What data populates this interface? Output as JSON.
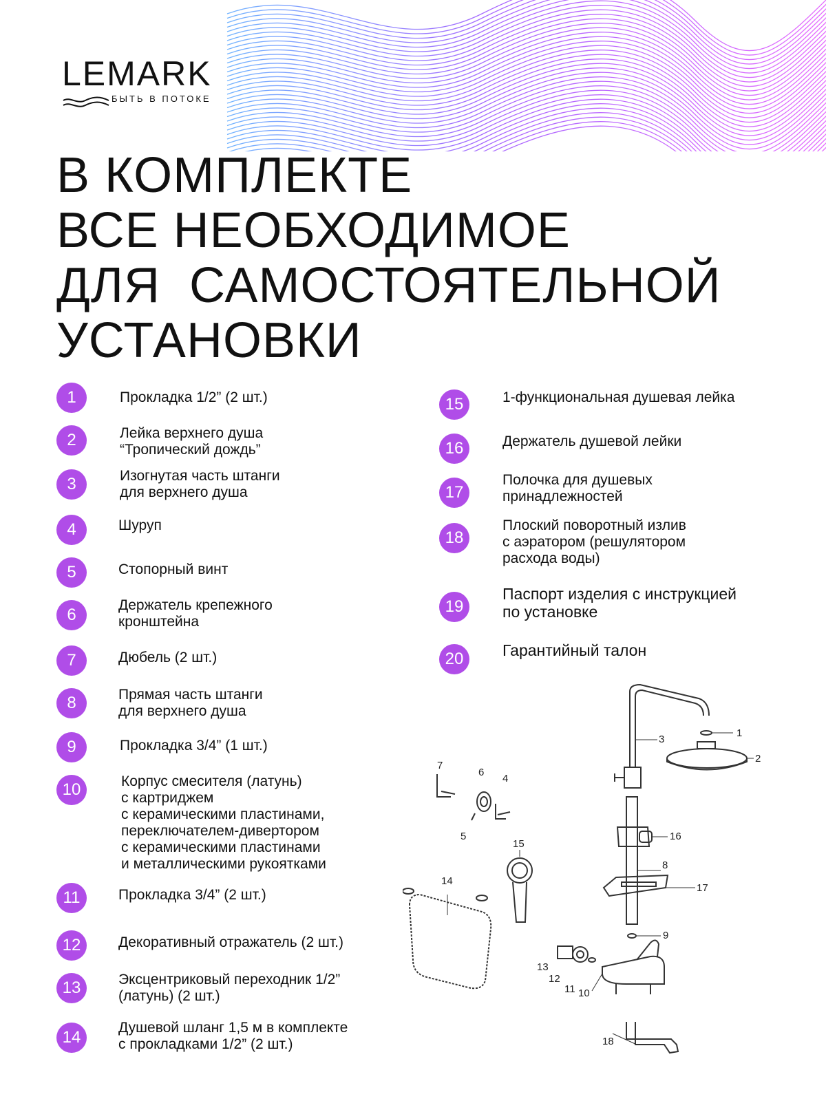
{
  "brand": {
    "logo_text": "LEMARK",
    "tagline": "БЫТЬ В ПОТОКЕ",
    "accent_color": "#b04de8"
  },
  "headline": [
    "В КОМПЛЕКТЕ",
    "ВСЕ НЕОБХОДИМОЕ",
    "ДЛЯ  САМОСТОЯТЕЛЬНОЙ",
    "УСТАНОВКИ"
  ],
  "items": [
    {
      "num": "1",
      "text": "Прокладка 1/2” (2 шт.)"
    },
    {
      "num": "2",
      "text": "Лейка верхнего душа\n“Тропический дождь”"
    },
    {
      "num": "3",
      "text": "Изогнутая часть штанги\nдля верхнего душа"
    },
    {
      "num": "4",
      "text": "Шуруп"
    },
    {
      "num": "5",
      "text": "Стопорный винт"
    },
    {
      "num": "6",
      "text": "Держатель крепежного\nкронштейна"
    },
    {
      "num": "7",
      "text": "Дюбель (2 шт.)"
    },
    {
      "num": "8",
      "text": "Прямая часть штанги\nдля верхнего душа"
    },
    {
      "num": "9",
      "text": "Прокладка 3/4” (1 шт.)"
    },
    {
      "num": "10",
      "text": "Корпус смесителя (латунь)\nс картриджем\nс керамическими пластинами,\nпереключателем-дивертором\nс керамическими пластинами\nи металлическими рукоятками"
    },
    {
      "num": "11",
      "text": "Прокладка 3/4” (2 шт.)"
    },
    {
      "num": "12",
      "text": "Декоративный отражатель (2 шт.)"
    },
    {
      "num": "13",
      "text": "Эксцентриковый переходник 1/2”\n(латунь) (2 шт.)"
    },
    {
      "num": "14",
      "text": "Душевой шланг 1,5 м в комплекте\nс прокладками 1/2” (2 шт.)"
    },
    {
      "num": "15",
      "text": "1-функциональная душевая лейка"
    },
    {
      "num": "16",
      "text": "Держатель душевой лейки"
    },
    {
      "num": "17",
      "text": "Полочка для душевых\nпринадлежностей"
    },
    {
      "num": "18",
      "text": "Плоский поворотный излив\nс аэратором (решулятором\nрасхода воды)"
    },
    {
      "num": "19",
      "text": "Паспорт изделия с инструкцией\nпо установке"
    },
    {
      "num": "20",
      "text": "Гарантийный талон"
    }
  ],
  "diagram_labels": [
    "1",
    "2",
    "3",
    "4",
    "5",
    "6",
    "7",
    "8",
    "9",
    "10",
    "11",
    "12",
    "13",
    "14",
    "15",
    "16",
    "17",
    "18"
  ]
}
